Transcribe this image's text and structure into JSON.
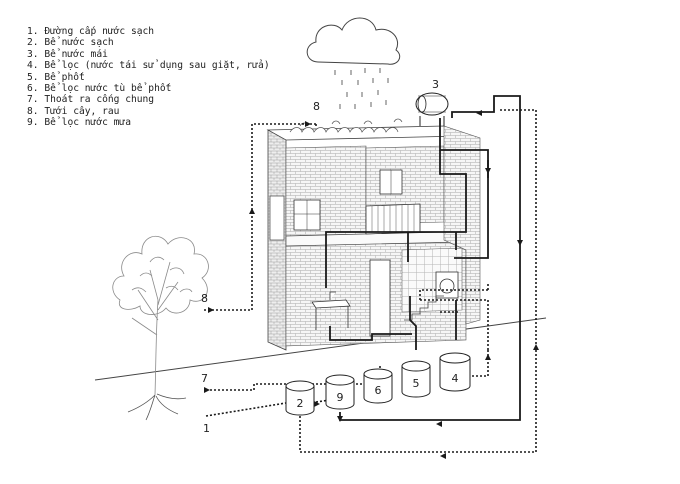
{
  "legend": {
    "items": [
      {
        "number": "1.",
        "label": "Đường cấp nước sạch"
      },
      {
        "number": "2.",
        "label": "Bể nước sạch"
      },
      {
        "number": "3.",
        "label": "Bể nước mái"
      },
      {
        "number": "4.",
        "label": "Bể lọc (nước tái sử dụng sau giặt, rửa)"
      },
      {
        "number": "5.",
        "label": "Bể phốt"
      },
      {
        "number": "6.",
        "label": "Bể lọc nước tù bể phốt"
      },
      {
        "number": "7.",
        "label": "Thoát ra cống chung"
      },
      {
        "number": "8.",
        "label": "Tưới cây, rau"
      },
      {
        "number": "9.",
        "label": "Bể lọc nước mưa"
      }
    ]
  },
  "callouts": {
    "supply": "1",
    "drain": "7",
    "irrigation_side": "8",
    "irrigation_roof": "8",
    "roof_tank": "3"
  },
  "tanks": [
    {
      "id": "clean-water-tank",
      "label": "2"
    },
    {
      "id": "rainwater-filter-tank",
      "label": "9"
    },
    {
      "id": "septic-filter-tank",
      "label": "6"
    },
    {
      "id": "septic-tank",
      "label": "5"
    },
    {
      "id": "greywater-filter-tank",
      "label": "4"
    }
  ],
  "colors": {
    "ink": "#1a1a1a",
    "line": "#333333",
    "brick": "#9a9a9a",
    "wall_fill": "#f4f4f4",
    "tank_fill": "#ffffff",
    "tree": "#8a8a8a"
  }
}
